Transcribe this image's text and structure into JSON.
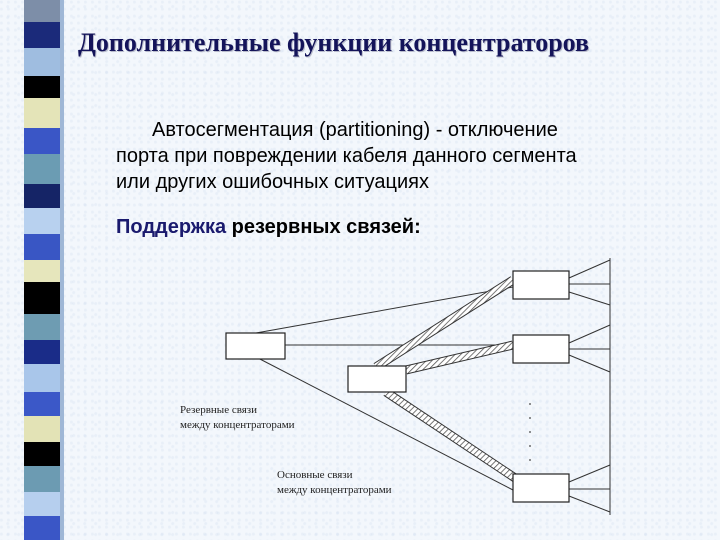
{
  "slide": {
    "title": "Дополнительные функции концентраторов",
    "paragraph": {
      "line1": "Автосегментация (partitioning) - отключение",
      "line2": "порта при повреждении кабеля данного сегмента",
      "line3": "или других ошибочных ситуациях"
    },
    "support": {
      "highlight": "Поддержка",
      "rest": " резервных связей:"
    }
  },
  "diagram": {
    "backup_links_label_line1": "Резервные связи",
    "backup_links_label_line2": "между концентраторами",
    "main_links_label_line1": "Основные связи",
    "main_links_label_line2": "между концентраторами"
  },
  "colors": {
    "title": "#14145a",
    "support_highlight": "#1a1a6e",
    "strip": [
      "#6f7f9a",
      "#1b2a7a",
      "#8fb0d9",
      "#000000",
      "#e3e3b3",
      "#3b56c4",
      "#6a9ab0",
      "#142266",
      "#b7d0ee",
      "#000000"
    ]
  }
}
